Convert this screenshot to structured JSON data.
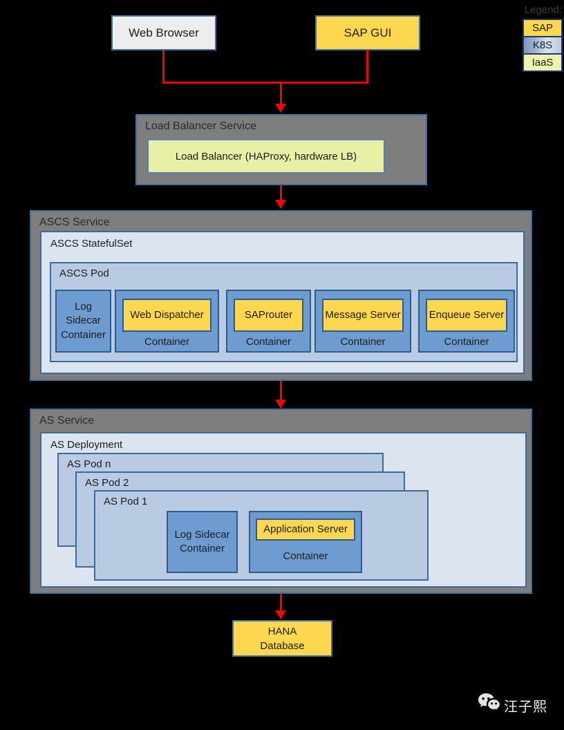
{
  "legend": {
    "title": "Legend:",
    "items": [
      {
        "label": "SAP"
      },
      {
        "label": "K8S"
      },
      {
        "label": "IaaS"
      }
    ]
  },
  "clients": {
    "web_browser": "Web Browser",
    "sap_gui": "SAP GUI"
  },
  "load_balancer": {
    "service": "Load Balancer Service",
    "box": "Load Balancer (HAProxy, hardware LB)"
  },
  "ascs": {
    "service": "ASCS Service",
    "statefulset": "ASCS StatefulSet",
    "pod": "ASCS Pod",
    "sidecar": "Log Sidecar Container",
    "containers": [
      {
        "app": "Web Dispatcher",
        "label": "Container"
      },
      {
        "app": "SAProuter",
        "label": "Container"
      },
      {
        "app": "Message Server",
        "label": "Container"
      },
      {
        "app": "Enqueue Server",
        "label": "Container"
      }
    ]
  },
  "as_tier": {
    "service": "AS Service",
    "deployment": "AS Deployment",
    "pods": [
      "AS Pod n",
      "AS Pod 2",
      "AS Pod 1"
    ],
    "sidecar": "Log Sidecar Container",
    "app": "Application Server",
    "container_label": "Container"
  },
  "database": {
    "line1": "HANA",
    "line2": "Database"
  },
  "watermark": {
    "name": "汪子熙"
  },
  "colors": {
    "sap_yellow": "#FED750",
    "iaas_green": "#E9EFA4",
    "k8s_container_blue": "#6F9CD0",
    "k8s_pod_blue": "#B9CBE3",
    "k8s_light_blue": "#DCE4F0",
    "service_gray": "#7E7E7E",
    "arrow_red": "#EE0600",
    "background": "#000000"
  }
}
